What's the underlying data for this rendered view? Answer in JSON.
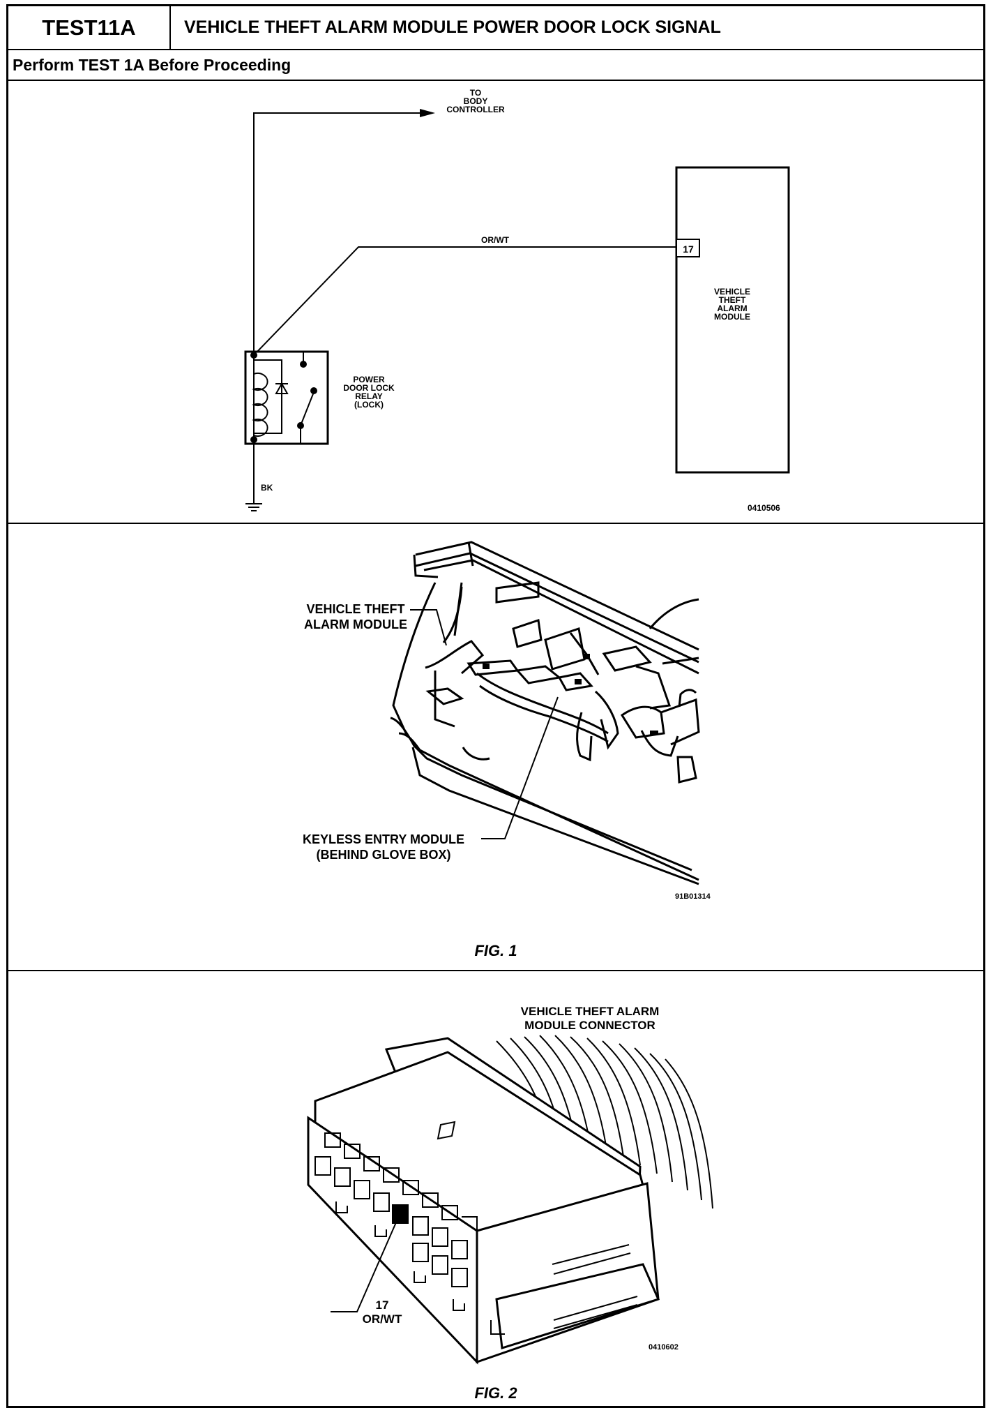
{
  "header": {
    "test_id": "TEST11A",
    "title": "VEHICLE THEFT ALARM MODULE POWER DOOR LOCK SIGNAL"
  },
  "subheader": "Perform TEST 1A Before Proceeding",
  "schematic": {
    "to_body_line1": "TO",
    "to_body_line2": "BODY",
    "to_body_line3": "CONTROLLER",
    "wire_label": "OR/WT",
    "pin_number": "17",
    "module_line1": "VEHICLE",
    "module_line2": "THEFT",
    "module_line3": "ALARM",
    "module_line4": "MODULE",
    "relay_line1": "POWER",
    "relay_line2": "DOOR LOCK",
    "relay_line3": "RELAY",
    "relay_line4": "(LOCK)",
    "ground_wire": "BK",
    "figure_code": "0410506"
  },
  "fig1": {
    "label_vtam_line1": "VEHICLE THEFT",
    "label_vtam_line2": "ALARM MODULE",
    "label_kem_line1": "KEYLESS ENTRY MODULE",
    "label_kem_line2": "(BEHIND GLOVE BOX)",
    "figure_code": "91B01314",
    "caption": "FIG. 1"
  },
  "fig2": {
    "title_line1": "VEHICLE THEFT ALARM",
    "title_line2": "MODULE CONNECTOR",
    "pin_number": "17",
    "pin_wire": "OR/WT",
    "figure_code": "0410602",
    "caption": "FIG. 2"
  }
}
